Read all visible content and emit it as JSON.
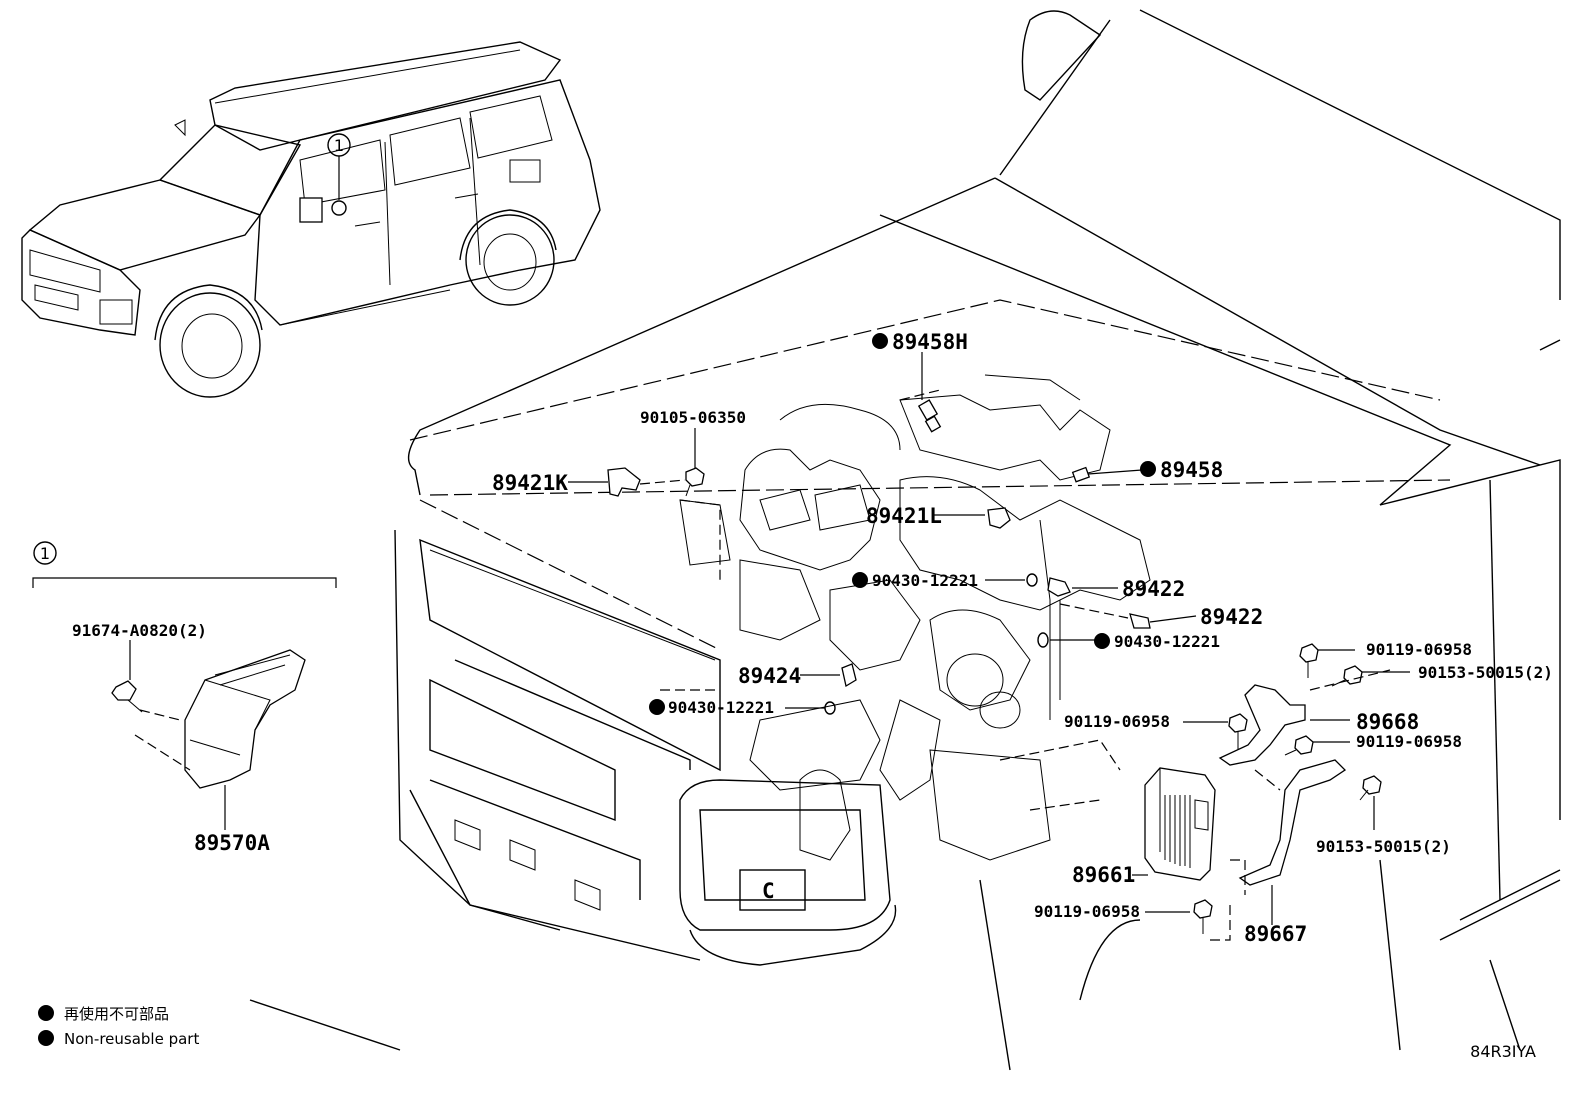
{
  "callout": {
    "marker": "1"
  },
  "parts": {
    "p89458H": "89458H",
    "p90105": "90105-06350",
    "p89421K": "89421K",
    "p89458": "89458",
    "p89421L": "89421L",
    "p90430_a": "90430-12221",
    "p89422_a": "89422",
    "p89422_b": "89422",
    "p90430_b": "90430-12221",
    "p89424": "89424",
    "p90430_c": "90430-12221",
    "p90119_a": "90119-06958",
    "p90153_a": "90153-50015(2)",
    "p90119_b": "90119-06958",
    "p89668": "89668",
    "p90119_c": "90119-06958",
    "p90153_b": "90153-50015(2)",
    "p89661": "89661",
    "p90119_d": "90119-06958",
    "p89667": "89667",
    "p91674": "91674-A0820(2)",
    "p89570A": "89570A"
  },
  "legend": {
    "japanese": "再使用不可部品",
    "english": "Non-reusable part"
  },
  "reference_code": "84R3IYA"
}
